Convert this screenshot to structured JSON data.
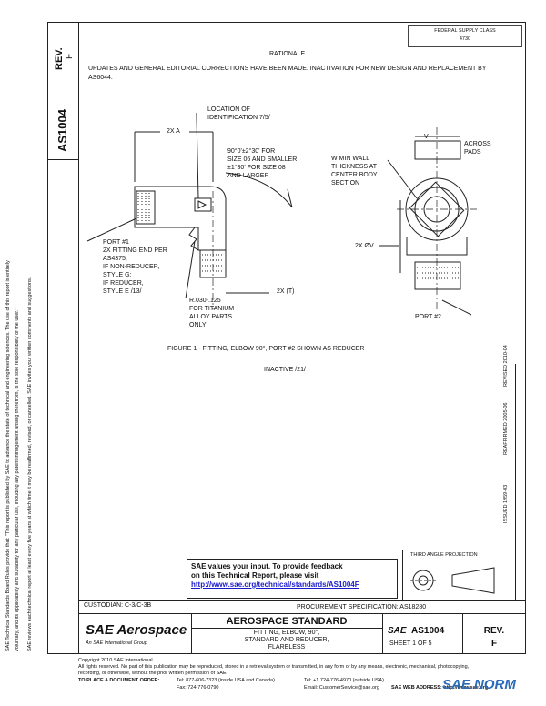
{
  "header": {
    "rev_label": "REV.",
    "rev_value": "F",
    "doc_number": "AS1004",
    "stamp_lines": [
      "FEDERAL SUPPLY CLASS",
      "4730"
    ]
  },
  "rationale": {
    "title": "RATIONALE",
    "text": "UPDATES AND GENERAL EDITORIAL CORRECTIONS HAVE BEEN MADE. INACTIVATION FOR NEW DESIGN AND REPLACEMENT BY AS6044."
  },
  "drawing": {
    "labels": {
      "location": "LOCATION OF\nIDENTIFICATION 7/5/",
      "two_x_a": "2X A",
      "angle": "90°0'±2°30' FOR\nSIZE 06 AND SMALLER\n±1°30' FOR SIZE 08\nAND LARGER",
      "wall": "W MIN WALL\nTHICKNESS AT\nCENTER BODY\nSECTION",
      "v": "V",
      "across": "ACROSS\nPADS",
      "port1": "PORT #1\n2X FITTING END PER\nAS4375,\nIF NON-REDUCER,\nSTYLE G;\nIF REDUCER,\nSTYLE E /13/",
      "two_x_w": "2X ØV",
      "two_x_t": "2X (T)",
      "radius": "R.030-.125\nFOR TITANIUM\nALLOY PARTS\nONLY",
      "port2": "PORT #2"
    },
    "figure_caption": "FIGURE 1 - FITTING, ELBOW 90°, PORT #2 SHOWN AS REDUCER",
    "inactive": "INACTIVE /21/"
  },
  "left_notice": {
    "line1": "SAE Technical Standards Board Rules provide that: \"This report is published by SAE to advance the state of technical and engineering sciences. The use of this report is entirely",
    "line2": "voluntary, and its applicability and suitability for any particular use, including any patent infringement arising therefrom, is the sole responsibility of the user.\"",
    "line3": "SAE reviews each technical report at least every five years at which time it may be reaffirmed, revised, or cancelled. SAE invites your written comments and suggestions."
  },
  "history": {
    "revised": "REVISED 2010-04",
    "reaffirmed": "REAFFIRMED 2005-06",
    "issued": "ISSUED 1959-03"
  },
  "projection": {
    "label": "THIRD ANGLE PROJECTION"
  },
  "feedback": {
    "line1": "SAE values your input. To provide feedback",
    "line2": "on this Technical Report, please visit",
    "link": "http://www.sae.org/technical/standards/AS1004F"
  },
  "title_block": {
    "custodian": "CUSTODIAN: C-3/C-3B",
    "procurement": "PROCUREMENT SPECIFICATION: AS18280",
    "brand": "SAE Aerospace",
    "brand_sub": "An SAE International Group",
    "standard": "AEROSPACE STANDARD",
    "title_lines": [
      "FITTING, ELBOW, 90°,",
      "STANDARD AND REDUCER,",
      "FLARELESS"
    ],
    "sae_small": "SAE",
    "doc_number": "AS1004",
    "sheet": "SHEET 1 OF 5",
    "rev_label": "REV.",
    "rev_value": "F"
  },
  "footer": {
    "copyright": "Copyright 2010 SAE International",
    "rights": "All rights reserved. No part of this publication may be reproduced, stored in a retrieval system or transmitted, in any form or by any means, electronic, mechanical, photocopying,",
    "rights2": "recording, or otherwise, without the prior written permission of SAE.",
    "order": "TO PLACE A DOCUMENT ORDER:",
    "tel": "Tel: 877-606-7323 (inside USA and Canada)",
    "tel2": "Tel: +1 724-776-4970 (outside USA)",
    "fax": "Fax: 724-776-0790",
    "email": "Email: CustomerService@sae.org",
    "web": "SAE WEB ADDRESS: http://www.sae.org",
    "watermark": "SAE NORM"
  }
}
